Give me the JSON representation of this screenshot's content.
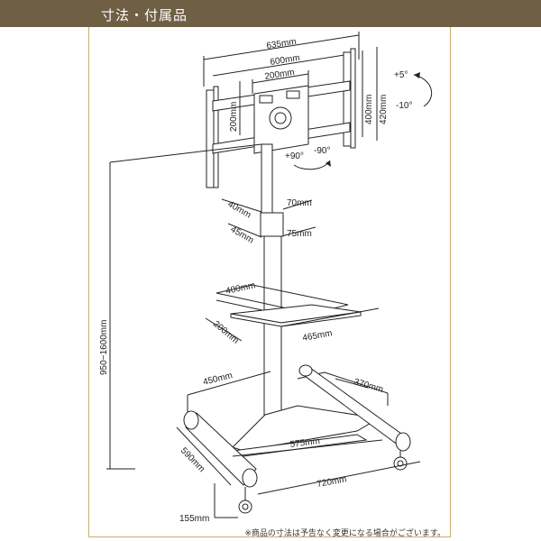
{
  "header": {
    "title": "寸法・付属品"
  },
  "dimensions": {
    "total_width": "635mm",
    "mount_width": "600mm",
    "mount_center": "200mm",
    "mount_height_small": "200mm",
    "mount_height_mid": "400mm",
    "mount_height_large": "420mm",
    "tilt_up": "+5°",
    "tilt_down": "-10°",
    "swivel_left": "+90°",
    "swivel_right": "-90°",
    "pole_depth_top": "40mm",
    "pole_width_top": "70mm",
    "pole_depth_low": "45mm",
    "pole_width_low": "75mm",
    "shelf_width": "400mm",
    "shelf_depth": "200mm",
    "shelf_length": "465mm",
    "total_height": "950~1600mm",
    "base_front": "450mm",
    "base_side": "370mm",
    "base_span": "575mm",
    "base_depth": "590mm",
    "base_width": "720mm",
    "caster_height": "155mm"
  },
  "footer": {
    "note": "※商品の寸法は予告なく変更になる場合がございます。"
  },
  "colors": {
    "header": "#6f5f45",
    "frame": "#c9ad72",
    "line": "#222222"
  }
}
